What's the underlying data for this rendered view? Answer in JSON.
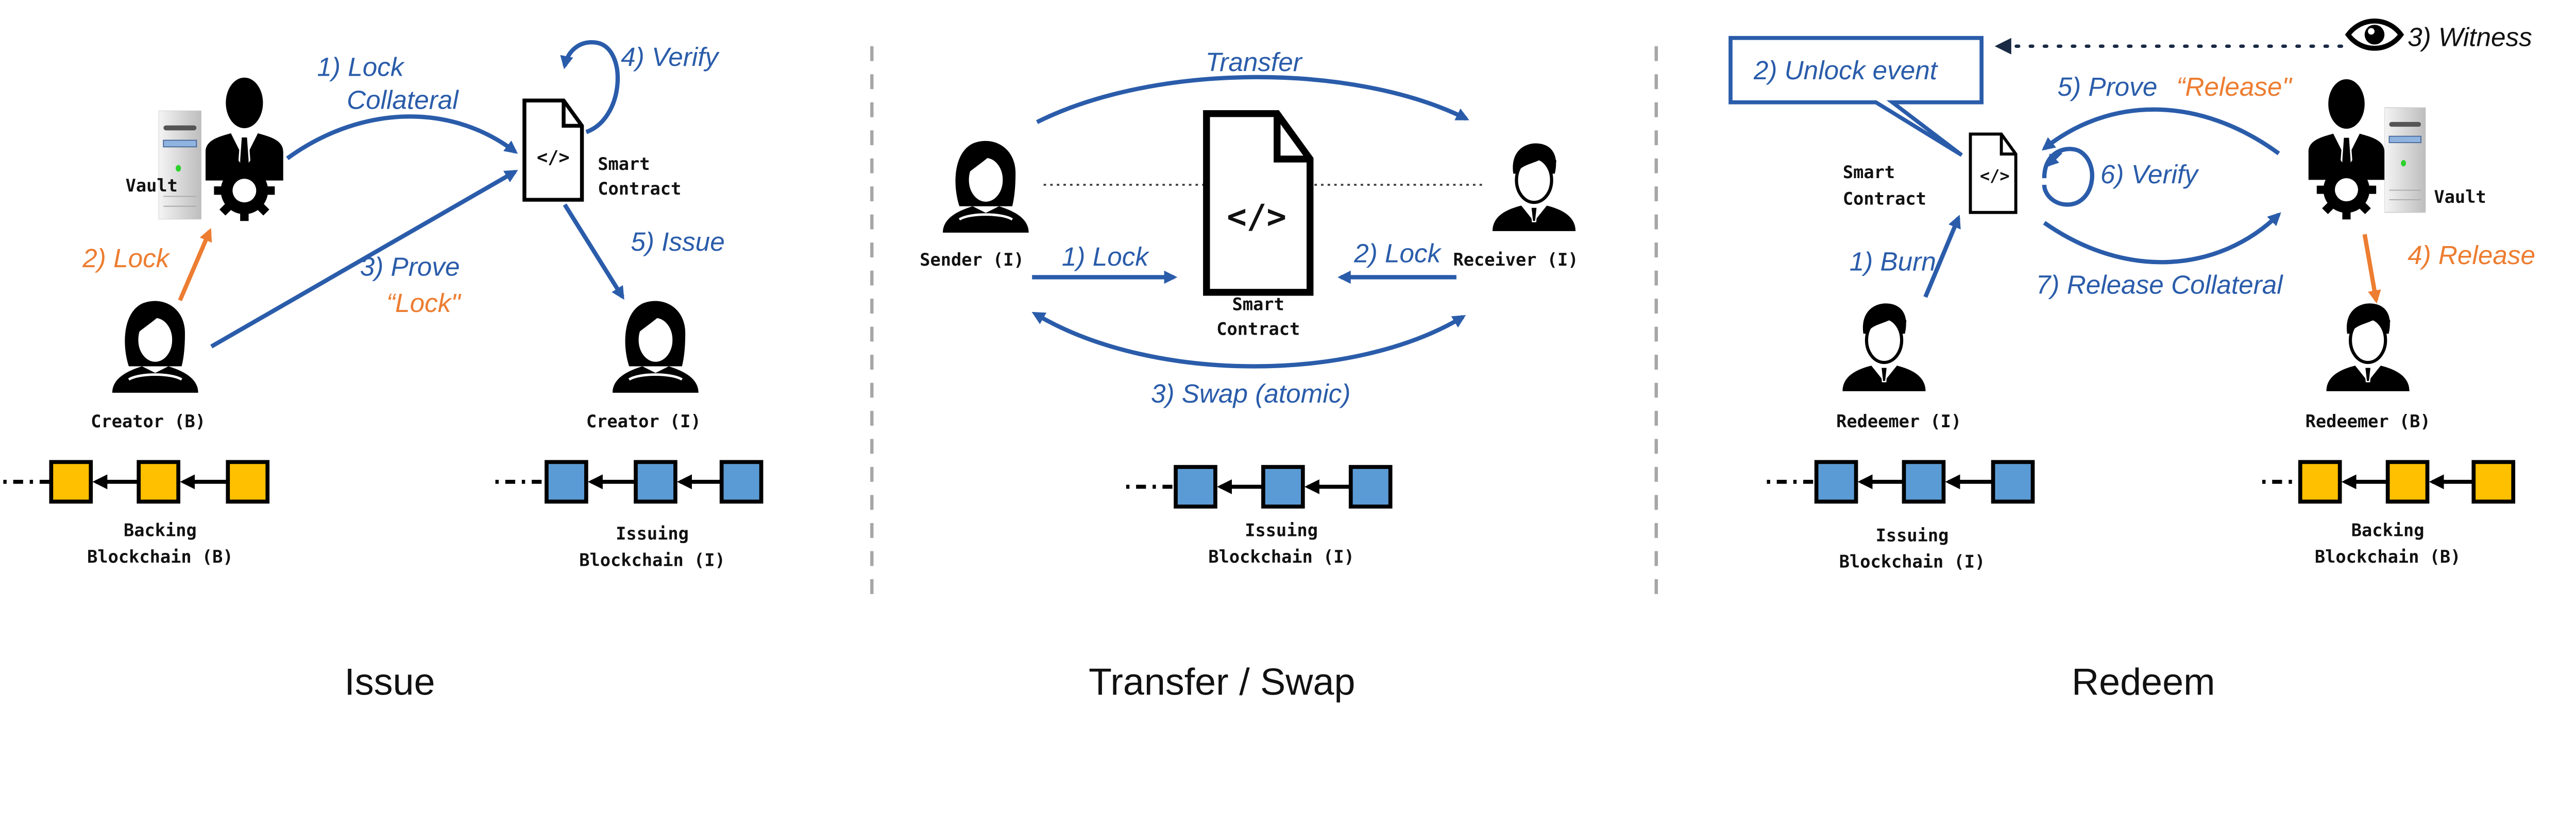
{
  "colors": {
    "arrow_blue": "#2a5caa",
    "accent_orange": "#ed7d31",
    "backing_block": "#ffc000",
    "issuing_block": "#5b9bd5"
  },
  "issue": {
    "title": "Issue",
    "step1_line1": "1) Lock",
    "step1_line2": "Collateral",
    "step2": "2) Lock",
    "step3_line1": "3) Prove",
    "step3_line2": "“Lock\"",
    "step4": "4) Verify",
    "step5": "5) Issue",
    "vault": "Vault",
    "contract_line1": "Smart",
    "contract_line2": "Contract",
    "code": "</>",
    "creator_b": "Creator (B)",
    "creator_i": "Creator (I)",
    "backing_line1": "Backing",
    "backing_line2": "Blockchain (B)",
    "issuing_line1": "Issuing",
    "issuing_line2": "Blockchain (I)"
  },
  "transfer": {
    "title": "Transfer / Swap",
    "transfer": "Transfer",
    "sender": "Sender (I)",
    "receiver": "Receiver (I)",
    "lock1": "1) Lock",
    "lock2": "2) Lock",
    "swap": "3) Swap (atomic)",
    "contract_line1": "Smart",
    "contract_line2": "Contract",
    "code": "</>",
    "issuing_line1": "Issuing",
    "issuing_line2": "Blockchain (I)"
  },
  "redeem": {
    "title": "Redeem",
    "step1": "1) Burn",
    "step2": "2) Unlock event",
    "step3": "3) Witness",
    "step4": "4) Release",
    "step5_a": "5) Prove",
    "step5_b": "“Release\"",
    "step6": "6) Verify",
    "step7": "7) Release Collateral",
    "vault": "Vault",
    "contract_line1": "Smart",
    "contract_line2": "Contract",
    "code": "</>",
    "redeemer_i": "Redeemer (I)",
    "redeemer_b": "Redeemer (B)",
    "issuing_line1": "Issuing",
    "issuing_line2": "Blockchain (I)",
    "backing_line1": "Backing",
    "backing_line2": "Blockchain (B)"
  }
}
